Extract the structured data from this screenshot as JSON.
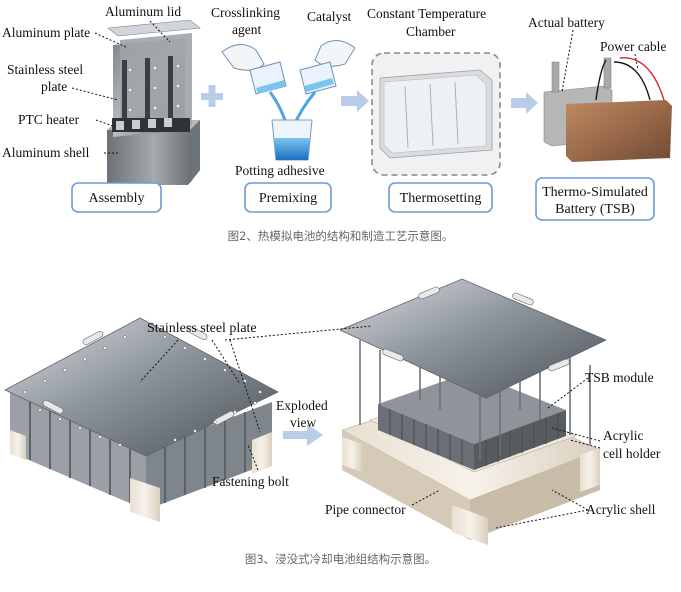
{
  "figure2": {
    "assembly_labels": {
      "aluminum_lid": "Aluminum lid",
      "aluminum_plate": "Aluminum plate",
      "stainless_steel_plate_line1": "Stainless steel",
      "stainless_steel_plate_line2": "plate",
      "ptc_heater": "PTC heater",
      "aluminum_shell": "Aluminum shell"
    },
    "premix_labels": {
      "crosslinking_agent_line1": "Crosslinking",
      "crosslinking_agent_line2": "agent",
      "catalyst": "Catalyst",
      "potting_adhesive": "Potting adhesive"
    },
    "chamber_labels": {
      "line1": "Constant Temperature",
      "line2": "Chamber"
    },
    "battery_labels": {
      "actual_battery": "Actual battery",
      "power_cable": "Power cable"
    },
    "steps": {
      "assembly": "Assembly",
      "premixing": "Premixing",
      "thermosetting": "Thermosetting",
      "tsb_line1": "Thermo-Simulated",
      "tsb_line2": "Battery (TSB)"
    },
    "caption": "图2、热模拟电池的结构和制造工艺示意图。"
  },
  "figure3": {
    "labels": {
      "stainless_steel_plate": "Stainless steel plate",
      "exploded_view_line1": "Exploded",
      "exploded_view_line2": "view",
      "fastening_bolt": "Fastening bolt",
      "tsb_module": "TSB module",
      "acrylic_cell_holder_line1": "Acrylic",
      "acrylic_cell_holder_line2": "cell holder",
      "pipe_connector": "Pipe connector",
      "acrylic_shell": "Acrylic shell"
    },
    "caption": "图3、浸没式冷却电池组结构示意图。"
  },
  "colors": {
    "flow_arrow": "#b7cde8",
    "step_box_border": "#6b9bd1",
    "adhesive_blue": "#2f8fd8",
    "caption_gray": "#666666"
  }
}
